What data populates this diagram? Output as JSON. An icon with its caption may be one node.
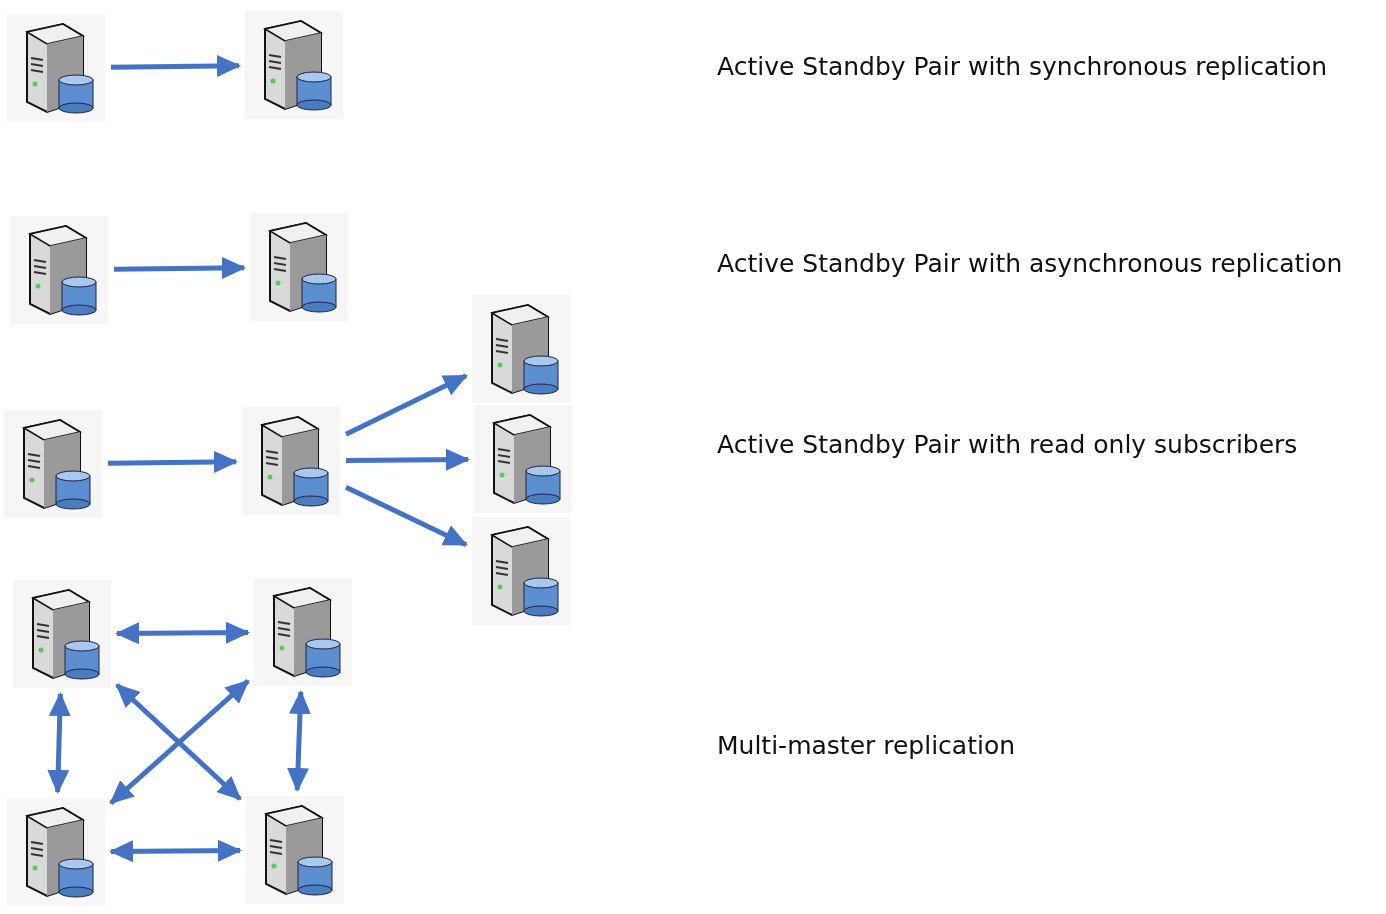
{
  "diagram": {
    "nodes": [
      {
        "text": [],
        "shape": "picture"
      },
      {
        "text": [],
        "shape": "picture"
      },
      {
        "text": [],
        "shape": "picture"
      },
      {
        "text": [],
        "shape": "picture"
      },
      {
        "text": [],
        "shape": "picture"
      },
      {
        "text": [],
        "shape": "picture"
      },
      {
        "text": [],
        "shape": "picture"
      },
      {
        "text": [],
        "shape": "picture"
      },
      {
        "text": [],
        "shape": "picture"
      },
      {
        "text": [],
        "shape": "picture"
      },
      {
        "text": [],
        "shape": "picture"
      },
      {
        "text": [],
        "shape": "picture"
      },
      {
        "text": [],
        "shape": "picture"
      }
    ],
    "edges": [
      {
        "from": 0,
        "to": 1,
        "arrow": "to"
      },
      {
        "from": 2,
        "to": 3,
        "arrow": "to"
      },
      {
        "from": 6,
        "to": 4,
        "arrow": "to"
      },
      {
        "from": 5,
        "to": 6,
        "arrow": "to"
      },
      {
        "from": 6,
        "to": 7,
        "arrow": "to"
      },
      {
        "from": 6,
        "to": 8,
        "arrow": "to"
      },
      {
        "from": 9,
        "to": 10,
        "arrow": "both"
      },
      {
        "from": 9,
        "to": 11,
        "arrow": "both"
      },
      {
        "from": 9,
        "to": 12,
        "arrow": "both"
      },
      {
        "from": 10,
        "to": 11,
        "arrow": "both"
      },
      {
        "from": 10,
        "to": 12,
        "arrow": "both"
      },
      {
        "from": 11,
        "to": 12,
        "arrow": "both"
      }
    ],
    "labels": [
      "Active Standby Pair with synchronous replication",
      "Active Standby Pair with asynchronous replication",
      "Active Standby Pair with read only subscribers",
      "Multi-master replication"
    ]
  }
}
